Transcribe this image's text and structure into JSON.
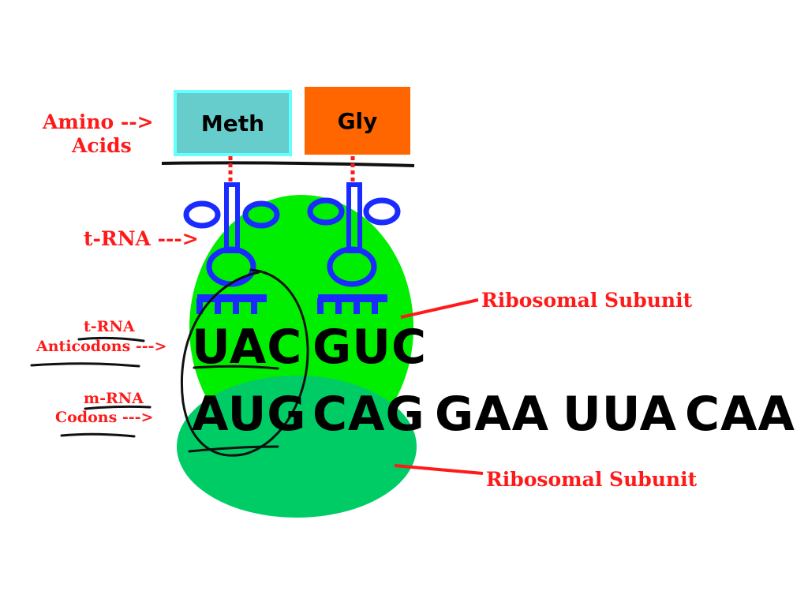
{
  "labels": {
    "amino_line1": "Amino -->",
    "amino_line2": "Acids",
    "trna": "t-RNA --->",
    "anticodon_line1": "t-RNA",
    "anticodon_line2": "Anticodons --->",
    "codon_line1": "m-RNA",
    "codon_line2": "Codons --->",
    "ribosome_top": "Ribosomal Subunit",
    "ribosome_bottom": "Ribosomal Subunit"
  },
  "amino_acids": [
    {
      "name": "Meth",
      "color": "#66cccc"
    },
    {
      "name": "Gly",
      "color": "#ff6600"
    }
  ],
  "anticodons": [
    "UAC",
    "GUC"
  ],
  "codons": [
    "AUG",
    "CAG",
    "GAA",
    "UUA",
    "CAA"
  ],
  "colors": {
    "label_red": "#ff1a1a",
    "ribosome_large": "#00ee00",
    "ribosome_small": "#00cc66",
    "trna_blue": "#1a2bff",
    "meth_border": "#66ffff"
  }
}
